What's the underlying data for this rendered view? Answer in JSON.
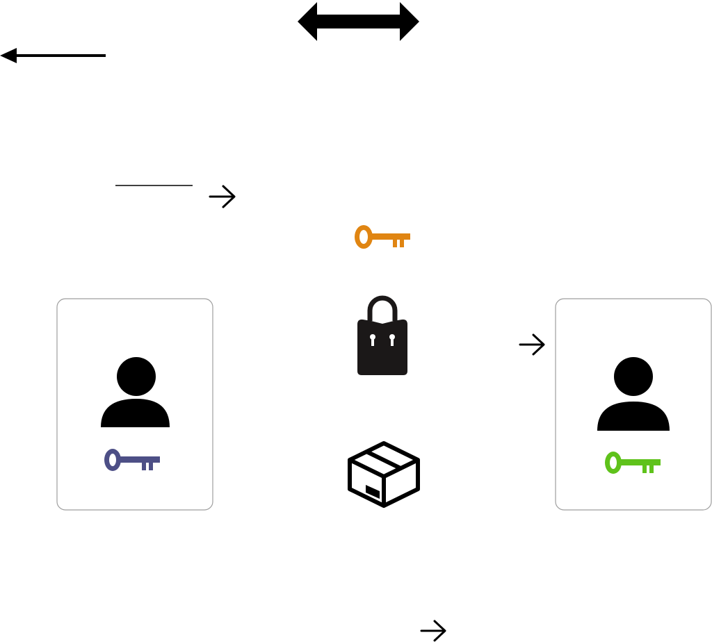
{
  "colors": {
    "background": "#ffffff",
    "ink": "#000000",
    "lock_body": "#1b1818",
    "card_border": "#9e9e9e",
    "sender_key": "#4d4f86",
    "shared_key": "#e08512",
    "receiver_key": "#5fc21b"
  },
  "icons": {
    "sender_person": "user-icon",
    "sender_key": "key-icon",
    "shared_key": "key-icon",
    "lock": "padlock-icon",
    "package": "package-box-icon",
    "receiver_person": "user-icon",
    "receiver_key": "key-icon"
  },
  "arrows": {
    "top_double": "double-headed-arrow",
    "top_left": "left-arrow",
    "mid_small": "right-arrow",
    "to_receiver": "right-arrow",
    "bottom": "right-arrow"
  }
}
